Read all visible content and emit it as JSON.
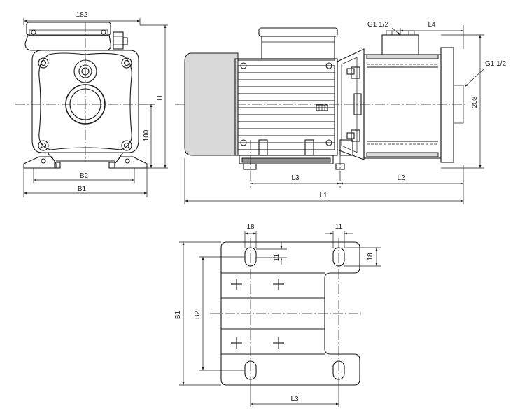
{
  "front_view": {
    "dim_width_top": "182",
    "dim_height": "H",
    "dim_shaft_height": "100",
    "dim_b2": "B2",
    "dim_b1": "B1"
  },
  "side_view": {
    "inlet_label": "G1 1/2",
    "outlet_label": "G1 1/2",
    "dim_l4": "L4",
    "dim_208": "208",
    "dim_l3": "L3",
    "dim_l2": "L2",
    "dim_l1": "L1"
  },
  "base_plate_view": {
    "dim_slot_18_top": "18",
    "dim_slot_11_top": "11",
    "dim_slot_11_side": "11",
    "dim_slot_18_side": "18",
    "dim_b1": "B1",
    "dim_b2": "B2",
    "dim_l3": "L3"
  }
}
